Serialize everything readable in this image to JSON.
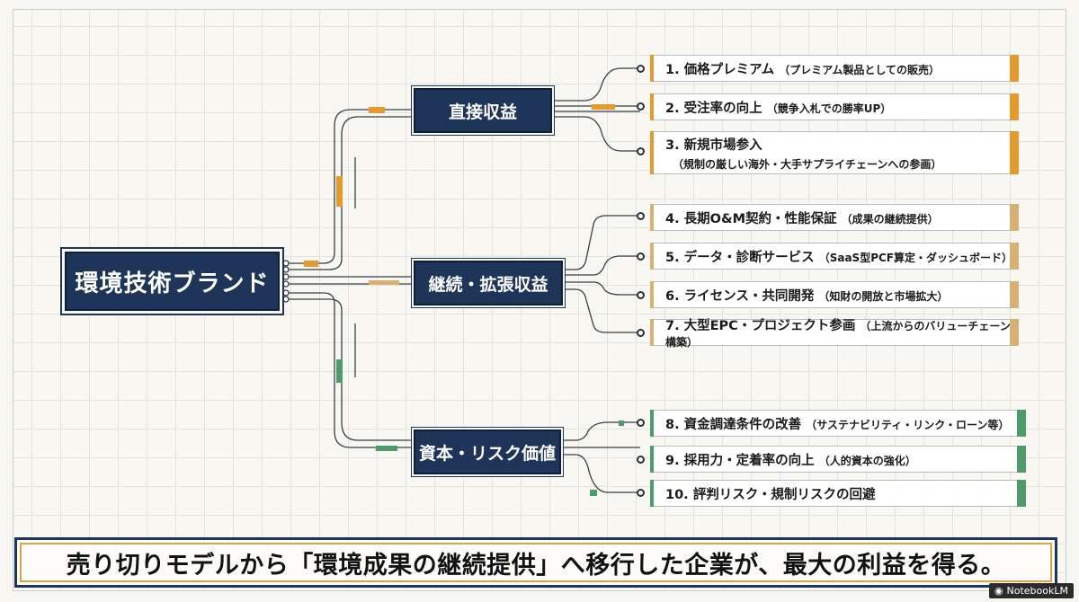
{
  "root": {
    "label": "環境技術ブランド"
  },
  "branches": [
    {
      "label": "直接収益"
    },
    {
      "label": "継続・拡張収益"
    },
    {
      "label": "資本・リスク価値"
    }
  ],
  "leaves": [
    {
      "main": "1. 価格プレミアム",
      "note": "（プレミアム製品としての販売）",
      "group": "orange"
    },
    {
      "main": "2. 受注率の向上",
      "note": "（競争入札での勝率UP）",
      "group": "orange"
    },
    {
      "main": "3. 新規市場参入",
      "sub": "（規制の厳しい海外・大手サプライチェーンへの参画）",
      "group": "orange"
    },
    {
      "main": "4. 長期O&M契約・性能保証",
      "note": "（成果の継続提供）",
      "group": "tan"
    },
    {
      "main": "5. データ・診断サービス",
      "note": "（SaaS型PCF算定・ダッシュボード）",
      "group": "tan"
    },
    {
      "main": "6. ライセンス・共同開発",
      "note": "（知財の開放と市場拡大）",
      "group": "tan"
    },
    {
      "main": "7. 大型EPC・プロジェクト参画",
      "note": "（上流からのバリューチェーン構築）",
      "group": "tan"
    },
    {
      "main": "8. 資金調達条件の改善",
      "note": "（サステナビリティ・リンク・ローン等）",
      "group": "green"
    },
    {
      "main": "9. 採用力・定着率の向上",
      "note": "（人的資本の強化）",
      "group": "green"
    },
    {
      "main": "10. 評判リスク・規制リスクの回避",
      "note": "",
      "group": "green"
    }
  ],
  "colors": {
    "navy": "#1e3458",
    "orange": "#e39a2e",
    "tan": "#d9b073",
    "green": "#4f9a6a"
  },
  "banner": {
    "text": "売り切りモデルから「環境成果の継続提供」へ移行した企業が、最大の利益を得る。"
  },
  "badge": {
    "text": "NotebookLM",
    "icon": "notebook-icon"
  }
}
